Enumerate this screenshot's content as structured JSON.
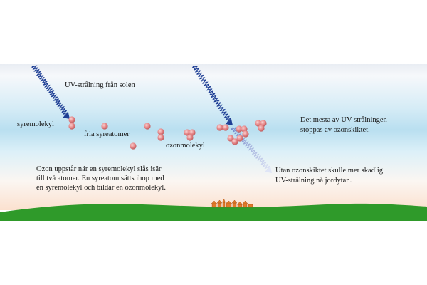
{
  "labels": {
    "uv_from_sun": "UV-strålning från solen",
    "oxygen_molecule": "syremolekyl",
    "free_oxygen_atoms": "fria syreatomer",
    "ozone_molecule": "ozonmolekyl",
    "most_uv_stopped": [
      "Det mesta av UV-strålningen",
      "stoppas av ozonskiktet."
    ],
    "without_ozone": [
      "Utan ozonskiktet skulle mer skadlig",
      "UV-strålning nå jordytan."
    ],
    "ozone_formation": [
      "Ozon uppstår när en syremolekyl slås isär",
      "till två atomer. En syreatom sätts ihop med",
      "en syremolekyl och bildar en ozonmolekyl."
    ]
  },
  "colors": {
    "sky_top": "#eef1f6",
    "ozone_band": "#b9dff0",
    "horizon": "#fbe3d2",
    "ground": "#2f9a2a",
    "uv_wave": "#1f3f95",
    "uv_wave_faded": "#b8c3e6",
    "atom": "#e07f80",
    "village": "#e07a2a"
  }
}
